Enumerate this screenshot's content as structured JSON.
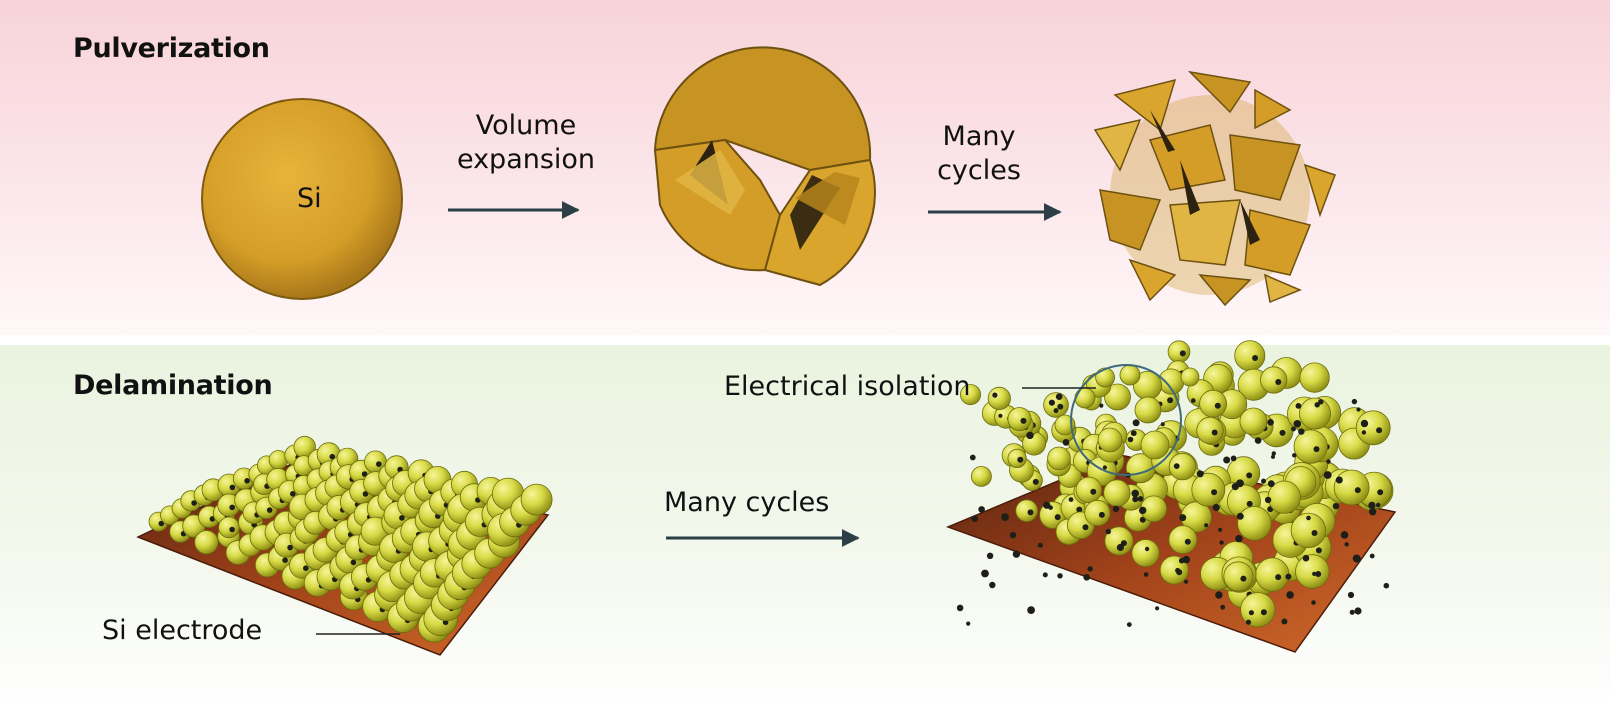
{
  "pulverization": {
    "title": "Pulverization",
    "particle_label": "Si",
    "step1_line1": "Volume",
    "step1_line2": "expansion",
    "step2_line1": "Many",
    "step2_line2": "cycles"
  },
  "delamination": {
    "title": "Delamination",
    "isolation_label": "Electrical isolation",
    "arrow_label": "Many cycles",
    "electrode_label": "Si electrode"
  },
  "colors": {
    "silicon": "#d8a42c",
    "particle": "#d9dc4a",
    "substrate": "#9c3c14",
    "arrow": "#2c3e46",
    "top_band": "#f8d3d9",
    "bottom_band": "#eaf3df"
  }
}
